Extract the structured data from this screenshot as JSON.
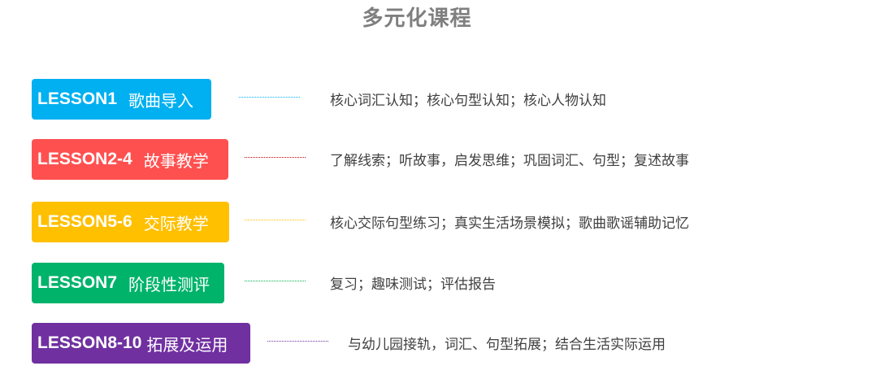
{
  "title": "多元化课程",
  "lessons": [
    {
      "code": "LESSON1",
      "name": "歌曲导入",
      "description": "核心词汇认知；核心句型认知；核心人物认知",
      "color": "#00b0f0"
    },
    {
      "code": "LESSON2-4",
      "name": "故事教学",
      "description": "了解线索；听故事，启发思维；巩固词汇、句型；复述故事",
      "color": "#ff5050"
    },
    {
      "code": "LESSON5-6",
      "name": "交际教学",
      "description": "核心交际句型练习；真实生活场景模拟；歌曲歌谣辅助记忆",
      "color": "#ffc000"
    },
    {
      "code": "LESSON7",
      "name": "阶段性测评",
      "description": "复习；趣味测试；评估报告",
      "color": "#00b36b"
    },
    {
      "code": "LESSON8-10",
      "name": "拓展及运用",
      "description": "与幼儿园接轨，词汇、句型拓展；结合生活实际运用",
      "color": "#7030a0"
    }
  ]
}
